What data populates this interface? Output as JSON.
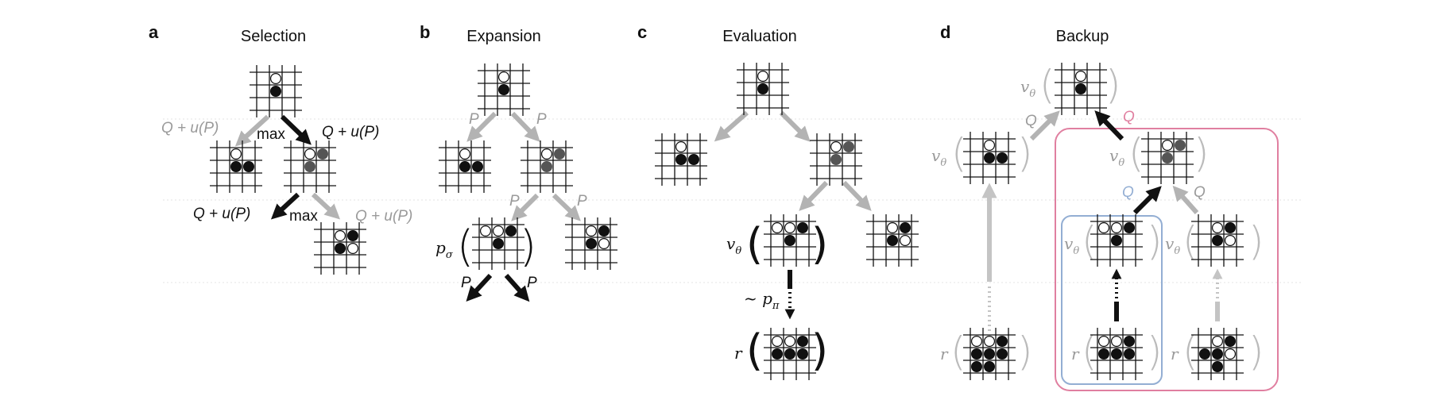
{
  "panels": [
    {
      "letter": "a",
      "title": "Selection"
    },
    {
      "letter": "b",
      "title": "Expansion"
    },
    {
      "letter": "c",
      "title": "Evaluation"
    },
    {
      "letter": "d",
      "title": "Backup"
    }
  ],
  "edges": {
    "qup": "Q + u(P)",
    "max": "max",
    "p": "P",
    "q": "Q"
  },
  "functions": {
    "p_sigma": "p",
    "p_sigma_sub": "σ",
    "v_theta": "v",
    "v_theta_sub": "θ",
    "rollout": "~ p",
    "rollout_sub": "π",
    "reward": "r"
  },
  "colors": {
    "black": "#111111",
    "grey": "#b3b3b3",
    "pink": "#e07fa0",
    "blue": "#93aed3",
    "guide": "#dddddd",
    "dark_stone": "#555555"
  }
}
